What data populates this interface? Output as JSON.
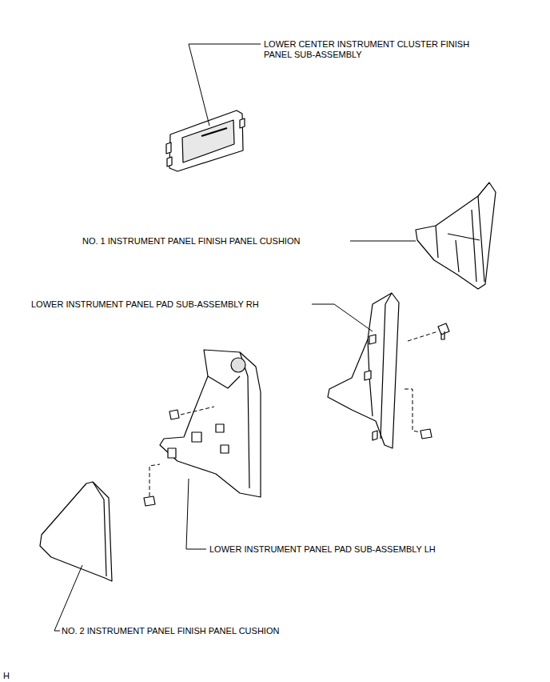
{
  "diagram": {
    "labels": [
      "LOWER CENTER INSTRUMENT CLUSTER FINISH PANEL SUB-ASSEMBLY",
      "NO. 1 INSTRUMENT PANEL FINISH PANEL CUSHION",
      "LOWER INSTRUMENT PANEL PAD SUB-ASSEMBLY RH",
      "LOWER INSTRUMENT PANEL PAD SUB-ASSEMBLY LH",
      "NO. 2 INSTRUMENT PANEL FINISH PANEL CUSHION",
      "H"
    ]
  }
}
